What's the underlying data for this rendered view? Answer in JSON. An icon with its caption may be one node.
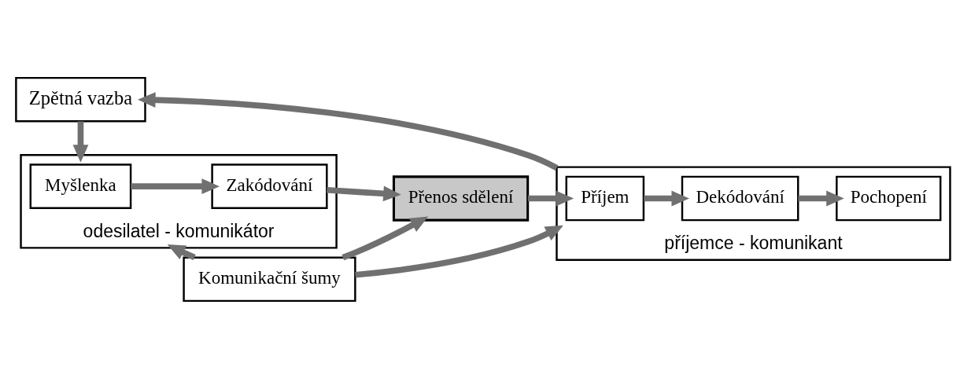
{
  "diagram": {
    "nodes": [
      {
        "text": [
          "Zpětná vazba"
        ]
      },
      {
        "text": [
          "odesilatel - komunikátor"
        ]
      },
      {
        "text": [
          "Myšlenka"
        ],
        "in": 1
      },
      {
        "text": [
          "Zakódování"
        ],
        "in": 1
      },
      {
        "text": [
          "Přenos sdělení"
        ]
      },
      {
        "text": [
          "příjemce - komunikant"
        ]
      },
      {
        "text": [
          "Příjem"
        ],
        "in": 5
      },
      {
        "text": [
          "Dekódování"
        ],
        "in": 5
      },
      {
        "text": [
          "Pochopení"
        ],
        "in": 5
      },
      {
        "text": [
          "Komunikační šumy"
        ]
      }
    ],
    "edges": [
      {
        "from": 2,
        "to": 3,
        "arrow": "to"
      },
      {
        "from": 3,
        "to": 4,
        "arrow": "to"
      },
      {
        "from": 4,
        "to": 6,
        "arrow": "to"
      },
      {
        "from": 6,
        "to": 7,
        "arrow": "to"
      },
      {
        "from": 7,
        "to": 8,
        "arrow": "to"
      },
      {
        "from": 5,
        "to": 0,
        "arrow": "to"
      },
      {
        "from": 0,
        "to": 1,
        "arrow": "to"
      },
      {
        "from": 9,
        "to": 4,
        "arrow": "to"
      },
      {
        "from": 9,
        "to": 1,
        "arrow": "to"
      },
      {
        "from": 9,
        "to": 5,
        "arrow": "to"
      }
    ]
  }
}
